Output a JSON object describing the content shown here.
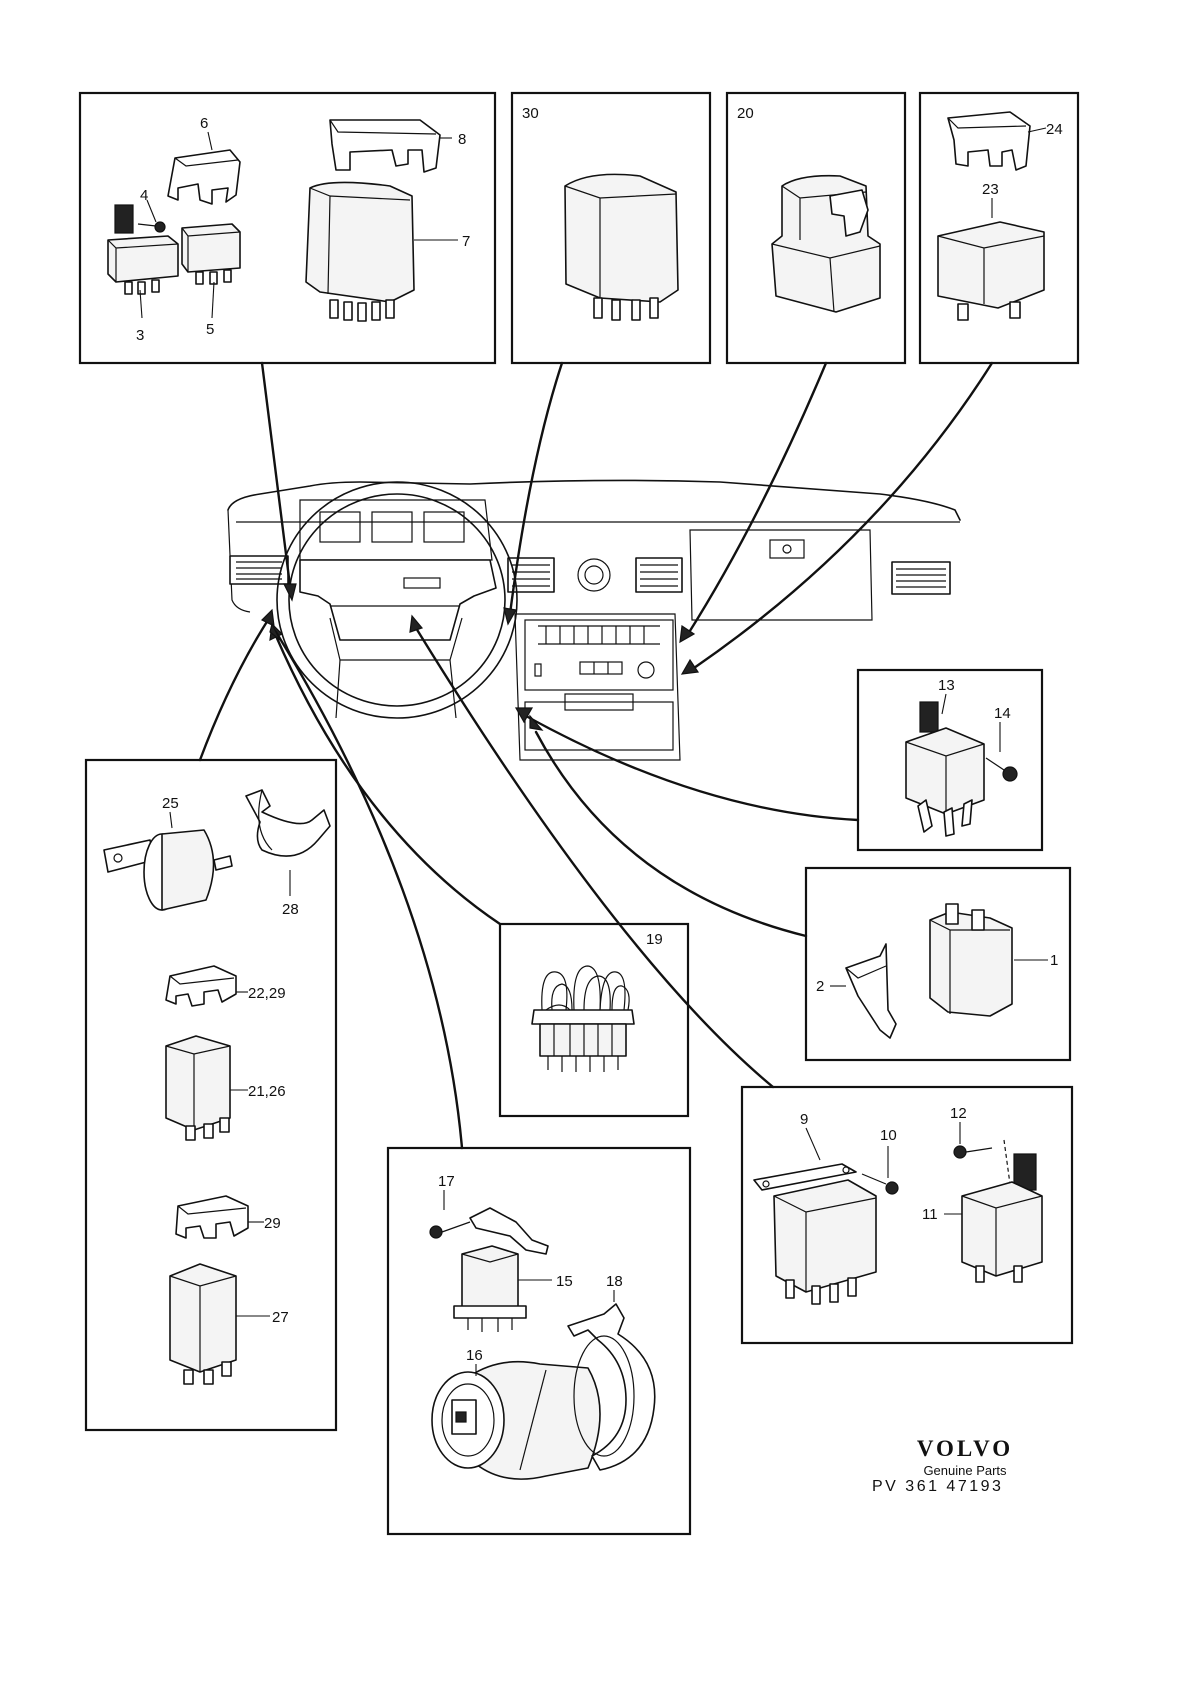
{
  "brand": {
    "logo": "VOLVO",
    "tagline": "Genuine Parts",
    "code": "PV  361  47193"
  },
  "callouts": {
    "c1": "1",
    "c2": "2",
    "c3": "3",
    "c4": "4",
    "c5": "5",
    "c6": "6",
    "c7": "7",
    "c8": "8",
    "c9": "9",
    "c10": "10",
    "c11": "11",
    "c12": "12",
    "c13": "13",
    "c14": "14",
    "c15": "15",
    "c16": "16",
    "c17": "17",
    "c18": "18",
    "c19": "19",
    "c20": "20",
    "c2126": "21,26",
    "c2229": "22,29",
    "c23": "23",
    "c24": "24",
    "c25": "25",
    "c27": "27",
    "c28": "28",
    "c29": "29",
    "c30": "30"
  },
  "panels": [
    {
      "id": "relays-3-8",
      "parts": [
        "3",
        "4",
        "5",
        "6",
        "7",
        "8"
      ]
    },
    {
      "id": "relay-30",
      "parts": [
        "30"
      ]
    },
    {
      "id": "relay-20",
      "parts": [
        "20"
      ]
    },
    {
      "id": "relay-23-24",
      "parts": [
        "23",
        "24"
      ]
    },
    {
      "id": "relay-13-14",
      "parts": [
        "13",
        "14"
      ]
    },
    {
      "id": "relay-1-2",
      "parts": [
        "1",
        "2"
      ]
    },
    {
      "id": "relays-9-12",
      "parts": [
        "9",
        "10",
        "11",
        "12"
      ]
    },
    {
      "id": "connector-19",
      "parts": [
        "19"
      ]
    },
    {
      "id": "relays-15-18",
      "parts": [
        "15",
        "16",
        "17",
        "18"
      ]
    },
    {
      "id": "relays-21-29",
      "parts": [
        "21,26",
        "22,29",
        "25",
        "27",
        "28",
        "29"
      ]
    }
  ]
}
